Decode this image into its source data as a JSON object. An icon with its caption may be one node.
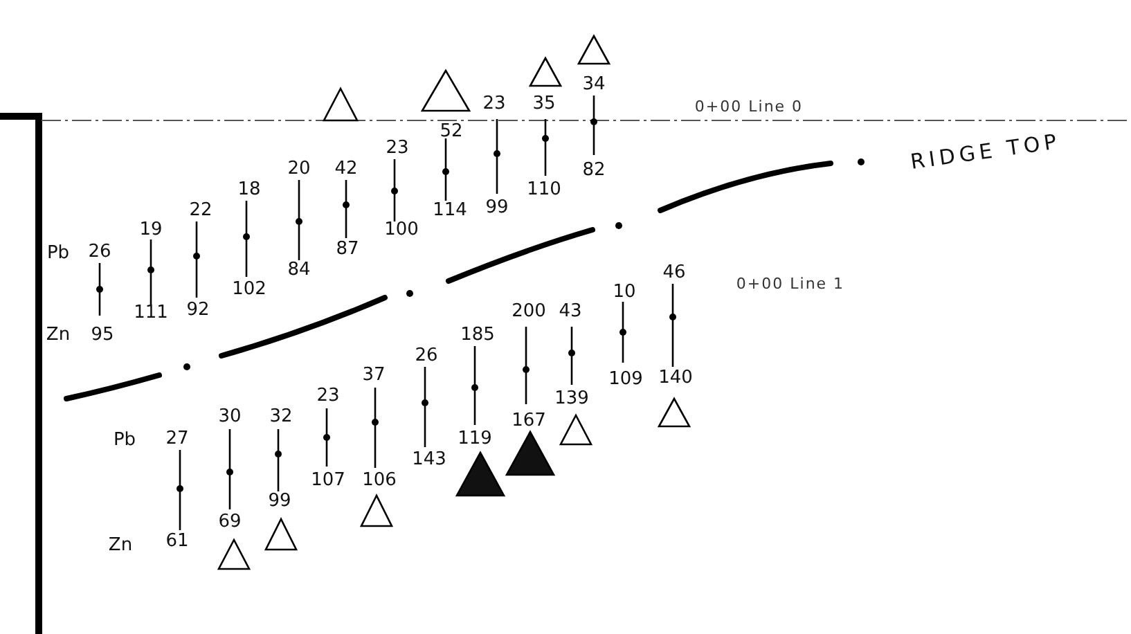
{
  "diagram": {
    "labels": [
      "Pb",
      "26",
      "Zn",
      "95",
      "19",
      "111",
      "22",
      "92",
      "18",
      "102",
      "20",
      "84",
      "42",
      "87",
      "23",
      "100",
      "52",
      "114",
      "23",
      "99",
      "35",
      "110",
      "34",
      "82",
      "0+00 Line 0",
      "RIDGE TOP",
      "Pb",
      "27",
      "Zn",
      "61",
      "30",
      "69",
      "32",
      "99",
      "23",
      "107",
      "37",
      "106",
      "26",
      "143",
      "185",
      "119",
      "200",
      "167",
      "43",
      "139",
      "10",
      "109",
      "46",
      "140",
      "0+00 Line 1"
    ]
  }
}
